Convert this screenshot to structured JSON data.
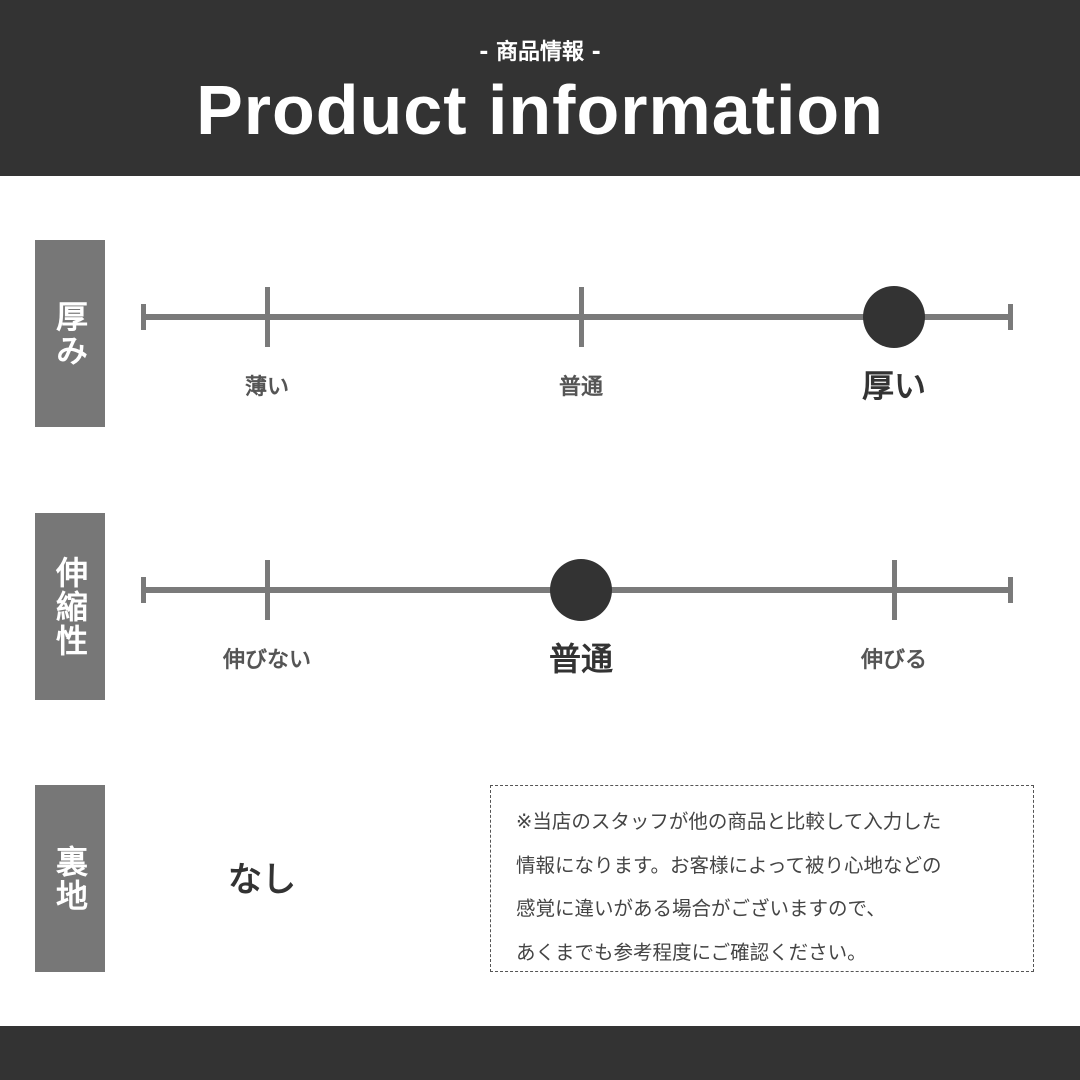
{
  "header": {
    "subtitle": "- 商品情報 -",
    "title": "Product information"
  },
  "attributes": [
    {
      "label": "厚み",
      "options": [
        "薄い",
        "普通",
        "厚い"
      ],
      "selected_index": 2
    },
    {
      "label": "伸縮性",
      "options": [
        "伸びない",
        "普通",
        "伸びる"
      ],
      "selected_index": 1
    }
  ],
  "lining": {
    "label": "裏地",
    "value": "なし"
  },
  "note": {
    "lines": [
      "※当店のスタッフが他の商品と比較して入力した",
      "情報になります。お客様によって被り心地などの",
      "感覚に違いがある場合がございますので、",
      "あくまでも参考程度にご確認ください。"
    ]
  },
  "colors": {
    "dark": "#333333",
    "label_bg": "#777777",
    "line": "#7a7a7a"
  }
}
